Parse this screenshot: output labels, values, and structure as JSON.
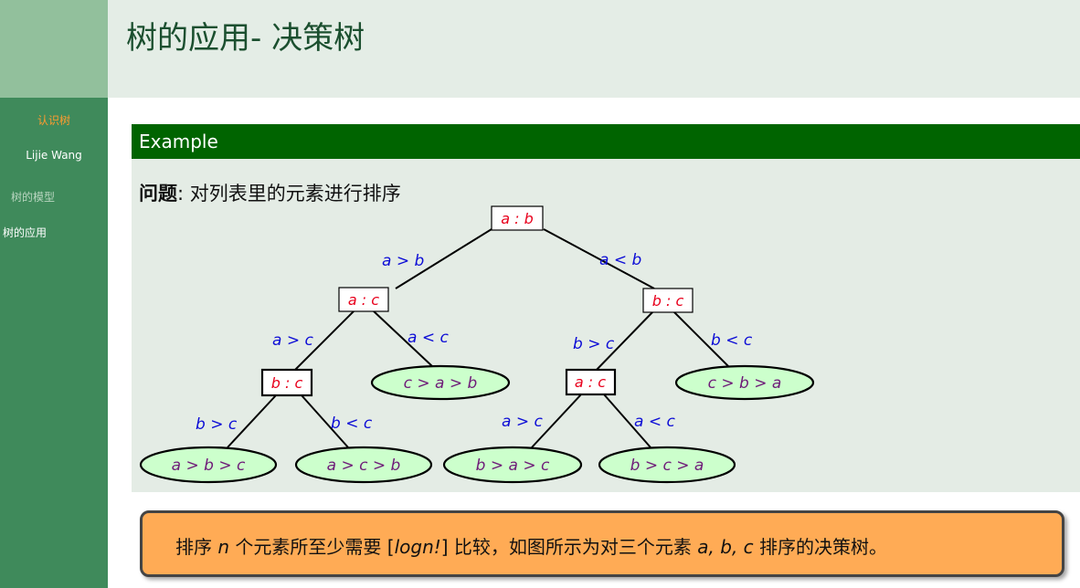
{
  "header": {
    "title": "树的应用- 决策树"
  },
  "sidebar": {
    "section": "认识树",
    "author": "Lijie Wang",
    "items": [
      {
        "label": "树的模型"
      },
      {
        "label": "树的应用"
      }
    ]
  },
  "example": {
    "title": "Example",
    "problem_label": "问题",
    "problem_text": ": 对列表里的元素进行排序"
  },
  "tree": {
    "root": "a : b",
    "n_ac": "a : c",
    "n_bc_right": "b : c",
    "n_bc_left": "b : c",
    "n_ac_right": "a : c",
    "leaf_cab": "c > a > b",
    "leaf_cba": "c > b > a",
    "leaf_abc": "a > b > c",
    "leaf_acb": "a > c > b",
    "leaf_bac": "b > a > c",
    "leaf_bca": "b > c > a",
    "lbl_agb": "a > b",
    "lbl_alb": "a < b",
    "lbl_agc_1": "a > c",
    "lbl_alc_1": "a < c",
    "lbl_bgc_1": "b > c",
    "lbl_blc_1": "b < c",
    "lbl_bgc_2": "b > c",
    "lbl_blc_2": "b < c",
    "lbl_agc_2": "a > c",
    "lbl_alc_2": "a < c"
  },
  "note": {
    "p1": "排序 ",
    "n": "n",
    "p2": " 个元素所至少需要 [",
    "expr": "logn!",
    "p3": "] 比较，如图所示为对三个元素 ",
    "vars": "a, b, c",
    "p4": " 排序的决策树。"
  }
}
